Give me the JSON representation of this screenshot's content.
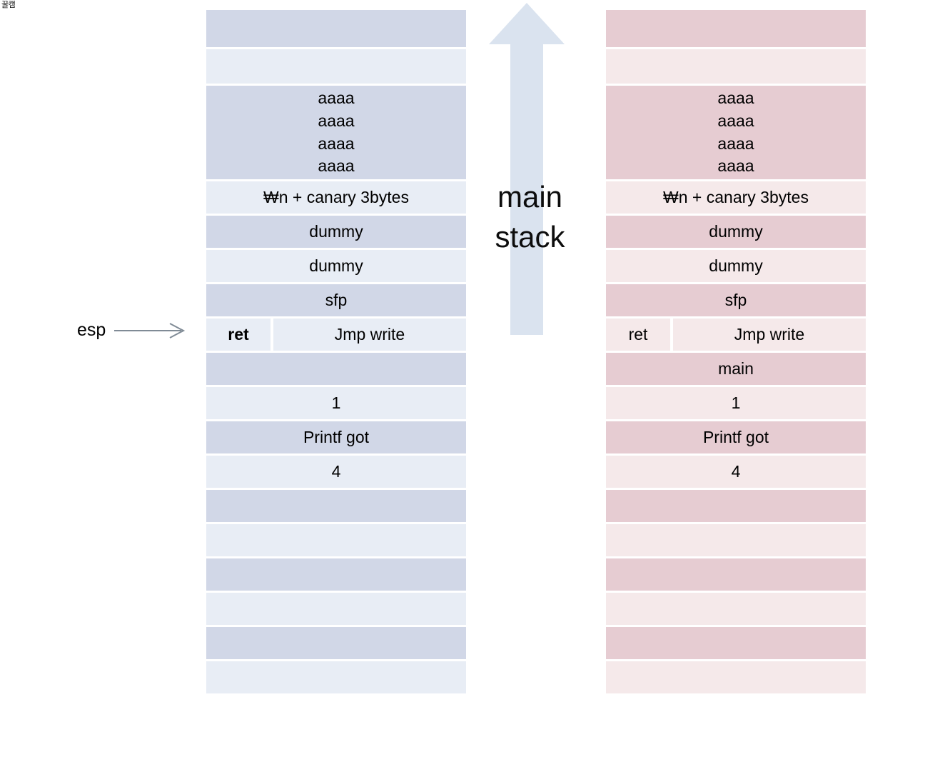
{
  "watermark": {
    "text": "꿀캠"
  },
  "annotations": {
    "esp_label": "esp",
    "esp_arrow_icon": "arrow-right-icon",
    "main_stack_label": "main\nstack",
    "main_stack_arrow_icon": "arrow-up-icon",
    "arrow_color": "#dae3ef",
    "esp_arrow_color": "#808b96"
  },
  "colors": {
    "left_dark": "#d1d7e7",
    "left_light": "#e8edf5",
    "right_dark": "#e6ccd2",
    "right_light": "#f5e9ea"
  },
  "stacks": [
    {
      "id": "left",
      "name": "left-stack",
      "rows": [
        {
          "label": "",
          "shade": "dark",
          "size": "h-lg"
        },
        {
          "label": "",
          "shade": "light",
          "size": "h-md"
        },
        {
          "label": "aaaa\naaaa\naaaa\naaaa",
          "shade": "dark",
          "size": "h-xl"
        },
        {
          "label": "₩n + canary 3bytes",
          "shade": "light",
          "size": "h-sm"
        },
        {
          "label": "dummy",
          "shade": "dark",
          "size": "h-sm"
        },
        {
          "label": "dummy",
          "shade": "light",
          "size": "h-sm"
        },
        {
          "label": "sfp",
          "shade": "dark",
          "size": "h-sm"
        },
        {
          "split": true,
          "left": "ret",
          "right": "Jmp write",
          "bold_left": true,
          "shade": "light",
          "size": "h-sm"
        },
        {
          "label": "",
          "shade": "dark",
          "size": "h-sm"
        },
        {
          "label": "1",
          "shade": "light",
          "size": "h-sm"
        },
        {
          "label": "Printf got",
          "shade": "dark",
          "size": "h-sm"
        },
        {
          "label": "4",
          "shade": "light",
          "size": "h-sm"
        },
        {
          "label": "",
          "shade": "dark",
          "size": "h-sm"
        },
        {
          "label": "",
          "shade": "light",
          "size": "h-sm"
        },
        {
          "label": "",
          "shade": "dark",
          "size": "h-sm"
        },
        {
          "label": "",
          "shade": "light",
          "size": "h-sm"
        },
        {
          "label": "",
          "shade": "dark",
          "size": "h-sm"
        },
        {
          "label": "",
          "shade": "light",
          "size": "h-sm"
        }
      ]
    },
    {
      "id": "right",
      "name": "right-stack",
      "rows": [
        {
          "label": "",
          "shade": "dark",
          "size": "h-lg"
        },
        {
          "label": "",
          "shade": "light",
          "size": "h-md"
        },
        {
          "label": "aaaa\naaaa\naaaa\naaaa",
          "shade": "dark",
          "size": "h-xl"
        },
        {
          "label": "₩n + canary 3bytes",
          "shade": "light",
          "size": "h-sm"
        },
        {
          "label": "dummy",
          "shade": "dark",
          "size": "h-sm"
        },
        {
          "label": "dummy",
          "shade": "light",
          "size": "h-sm"
        },
        {
          "label": "sfp",
          "shade": "dark",
          "size": "h-sm"
        },
        {
          "split": true,
          "left": "ret",
          "right": "Jmp write",
          "bold_left": false,
          "shade": "light",
          "size": "h-sm"
        },
        {
          "label": "main",
          "shade": "dark",
          "size": "h-sm"
        },
        {
          "label": "1",
          "shade": "light",
          "size": "h-sm"
        },
        {
          "label": "Printf got",
          "shade": "dark",
          "size": "h-sm"
        },
        {
          "label": "4",
          "shade": "light",
          "size": "h-sm"
        },
        {
          "label": "",
          "shade": "dark",
          "size": "h-sm"
        },
        {
          "label": "",
          "shade": "light",
          "size": "h-sm"
        },
        {
          "label": "",
          "shade": "dark",
          "size": "h-sm"
        },
        {
          "label": "",
          "shade": "light",
          "size": "h-sm"
        },
        {
          "label": "",
          "shade": "dark",
          "size": "h-sm"
        },
        {
          "label": "",
          "shade": "light",
          "size": "h-sm"
        }
      ]
    }
  ]
}
